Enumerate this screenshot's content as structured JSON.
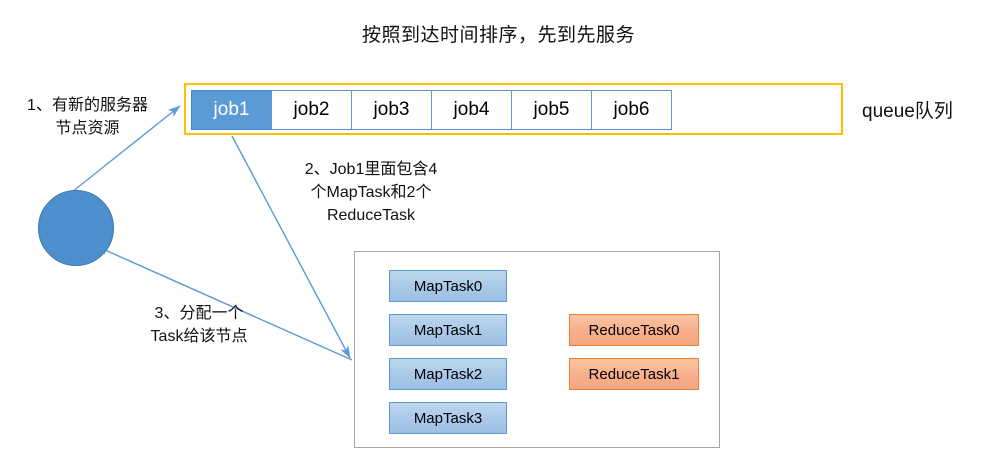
{
  "title": "按照到达时间排序，先到先服务",
  "queue": {
    "label": "queue队列",
    "jobs": [
      {
        "name": "job1",
        "active": true
      },
      {
        "name": "job2",
        "active": false
      },
      {
        "name": "job3",
        "active": false
      },
      {
        "name": "job4",
        "active": false
      },
      {
        "name": "job5",
        "active": false
      },
      {
        "name": "job6",
        "active": false
      }
    ]
  },
  "annotations": {
    "step1": "1、有新的服务器\n节点资源",
    "step2": "2、Job1里面包含4\n个MapTask和2个\nReduceTask",
    "step3": "3、分配一个\nTask给该节点"
  },
  "tasks": {
    "map_tasks": [
      "MapTask0",
      "MapTask1",
      "MapTask2",
      "MapTask3"
    ],
    "reduce_tasks": [
      "ReduceTask0",
      "ReduceTask1"
    ]
  },
  "colors": {
    "queue_border": "#FFC000",
    "job_active_fill": "#5B9BD5",
    "node_fill": "#4E8FCD",
    "map_task_fill": "#A8C8E8",
    "map_task_border": "#5B9BD5",
    "reduce_task_fill": "#F7AF8A",
    "reduce_task_border": "#ED7D31",
    "arrow": "#5B9BD5",
    "container_border": "#A6A6A6"
  }
}
